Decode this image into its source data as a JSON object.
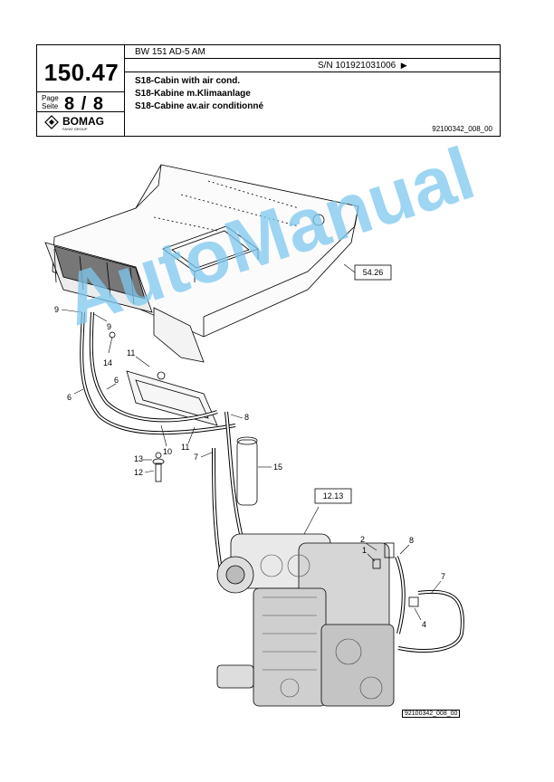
{
  "header": {
    "section_number": "150.47",
    "page_label_en": "Page",
    "page_label_de": "Seite",
    "page_current": "8",
    "page_total": "8",
    "page_sep": "/",
    "model": "BW 151 AD-5 AM",
    "serial_number": "S/N 101921031006",
    "serial_arrow": "▶",
    "title_en": "S18-Cabin with air cond.",
    "title_de": "S18-Kabine m.Klimaanlage",
    "title_fr": "S18-Cabine av.air conditionné",
    "doc_ref": "92100342_008_00",
    "brand": "BOMAG",
    "brand_sub": "FAYAT GROUP"
  },
  "diagram": {
    "ref_boxes": [
      "54.26",
      "12.13"
    ],
    "callouts": [
      "9",
      "9",
      "14",
      "11",
      "6",
      "6",
      "8",
      "10",
      "11",
      "13",
      "12",
      "7",
      "15",
      "2",
      "8",
      "1",
      "7",
      "4"
    ],
    "image_ref": "92100342_008_00"
  },
  "watermark": "AutoManual"
}
